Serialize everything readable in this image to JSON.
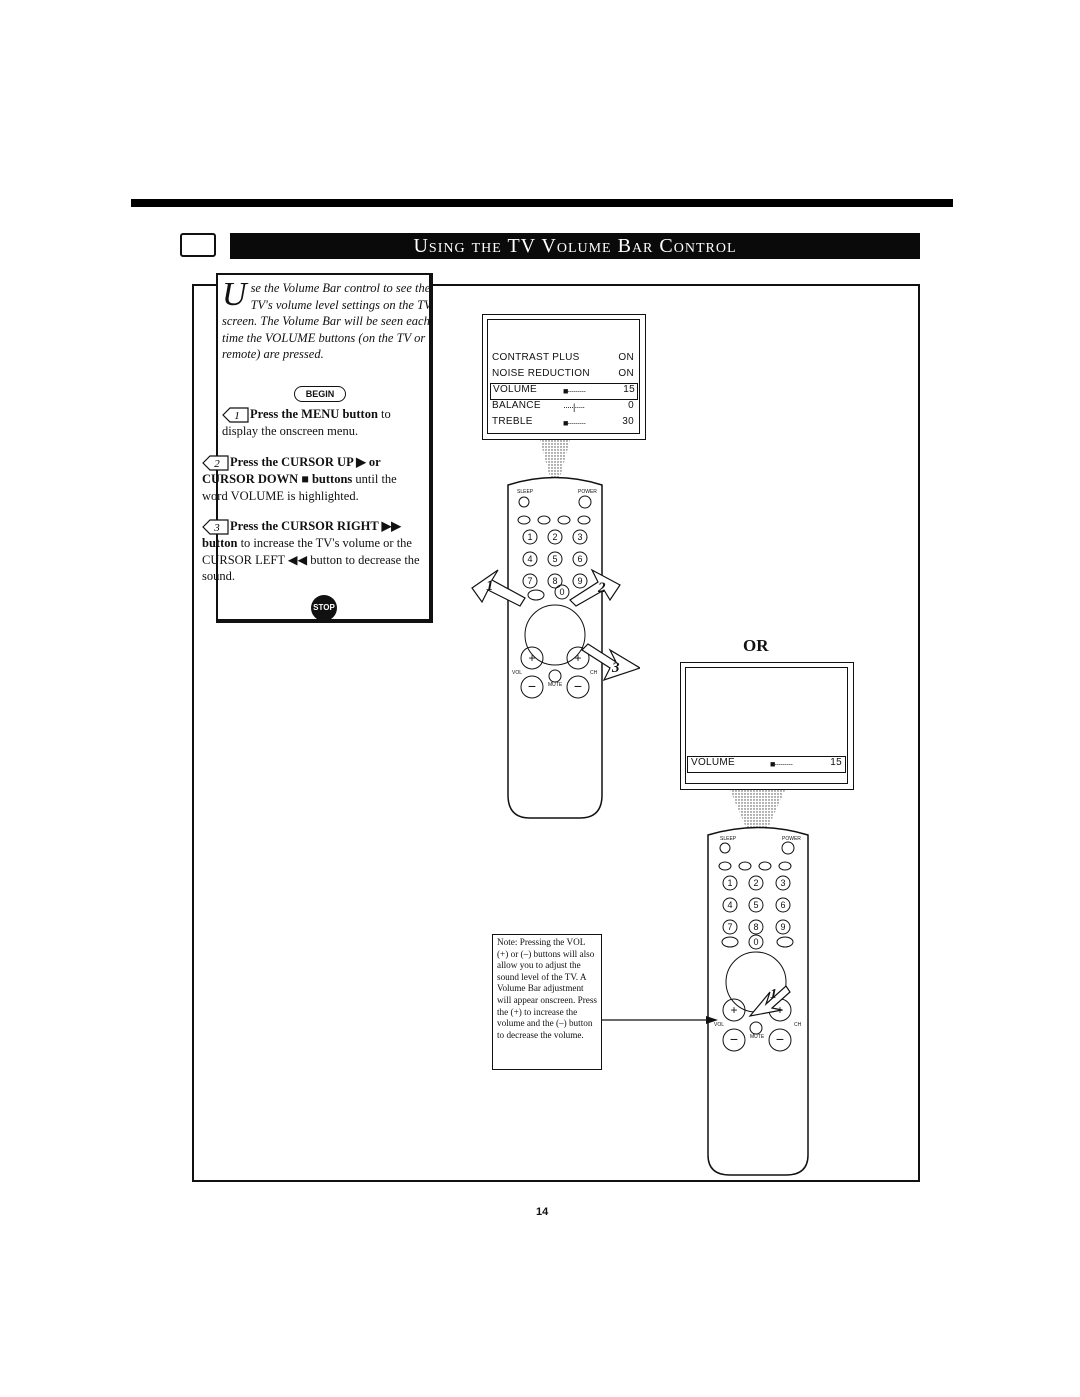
{
  "header": {
    "title": "Using the TV Volume Bar Control"
  },
  "intro": {
    "drop_cap": "U",
    "text": "se the Volume Bar control to see the TV's volume level settings on the TV screen. The Volume Bar will be seen each time the VOLUME buttons (on the TV or remote) are pressed."
  },
  "begin_label": "BEGIN",
  "stop_label": "STOP",
  "steps": [
    {
      "number": "1",
      "bold": "Press the MENU button",
      "rest": " to display the onscreen menu."
    },
    {
      "number": "2",
      "bold": "Press the CURSOR UP ▶ or CURSOR DOWN ■ buttons",
      "rest": " until the word VOLUME is highlighted."
    },
    {
      "number": "3",
      "bold": "Press the CURSOR RIGHT ▶▶ button",
      "rest": " to increase the TV's volume or the CURSOR LEFT ◀◀ button to decrease the sound."
    }
  ],
  "tv_menu": {
    "rows": [
      {
        "label": "CONTRAST PLUS",
        "bar": "",
        "value": "ON"
      },
      {
        "label": "NOISE REDUCTION",
        "bar": "",
        "value": "ON"
      },
      {
        "label": "VOLUME",
        "bar": "■·········",
        "value": "15"
      },
      {
        "label": "BALANCE",
        "bar": "·····|·····",
        "value": "0"
      },
      {
        "label": "TREBLE",
        "bar": "■·········",
        "value": "30"
      }
    ]
  },
  "tv_volume_bar": {
    "label": "VOLUME",
    "bar": "■·········",
    "value": "15"
  },
  "or_label": "OR",
  "note": "Note: Pressing the VOL (+) or (–) buttons will also allow you to adjust the sound level of the TV. A Volume Bar adjustment will appear onscreen. Press the (+) to increase the volume and the (–) button to decrease the volume.",
  "callouts": [
    "1",
    "2",
    "3"
  ],
  "page_number": "14",
  "remote_labels": {
    "sleep": "SLEEP",
    "power": "POWER",
    "vol": "VOL",
    "ch": "CH",
    "mute": "MUTE"
  }
}
